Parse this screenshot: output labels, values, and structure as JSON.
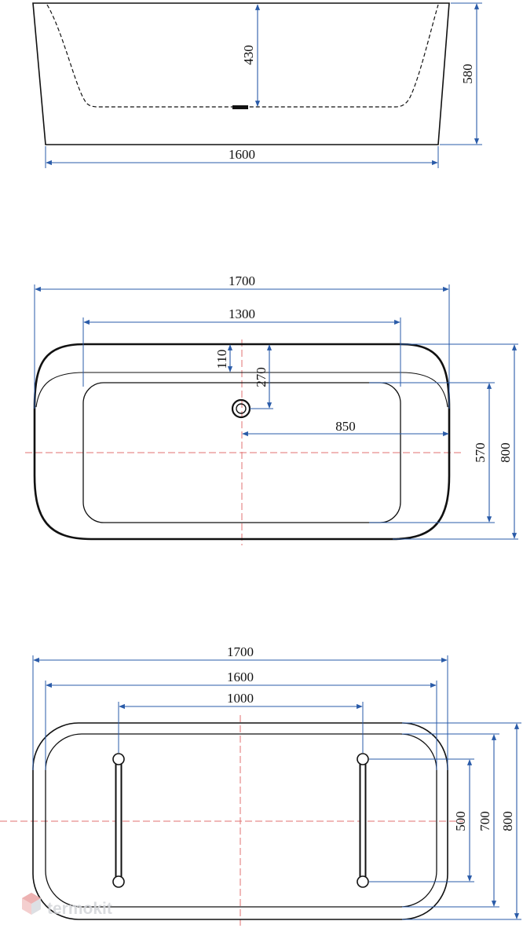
{
  "colors": {
    "outline": "#111111",
    "dimension": "#2a5ba8",
    "centerline": "#e07070",
    "watermark": "#e0e2e6"
  },
  "side_view": {
    "height_inner": "430",
    "height_total": "580",
    "length_bottom": "1600"
  },
  "top_view": {
    "length_total": "1700",
    "length_inner": "1300",
    "rim_to_drain_near": "110",
    "rim_to_drain": "270",
    "drain_to_end": "850",
    "width_inner": "570",
    "width_total": "800"
  },
  "bottom_view": {
    "length_total": "1700",
    "length_base": "1600",
    "feet_spacing": "1000",
    "feet_length": "500",
    "width_base": "700",
    "width_total": "800"
  },
  "watermark": {
    "text": "termokit",
    "icon": "cube-logo-icon"
  }
}
